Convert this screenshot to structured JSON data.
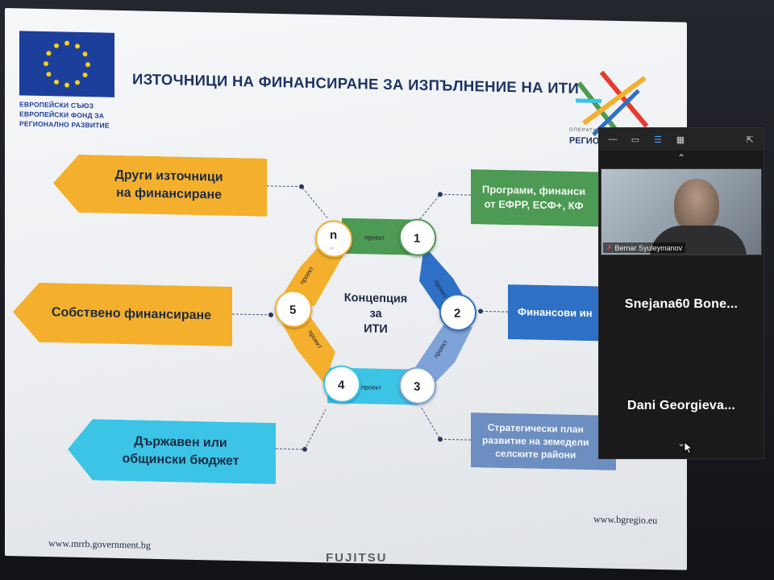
{
  "slide": {
    "title": "ИЗТОЧНИЦИ НА ФИНАНСИРАНЕ ЗА ИЗПЪЛНЕНИЕ НА ИТИ",
    "eu_logo": {
      "line1": "ЕВРОПЕЙСКИ СЪЮЗ",
      "line2": "ЕВРОПЕЙСКИ ФОНД ЗА",
      "line3": "РЕГИОНАЛНО РАЗВИТИЕ"
    },
    "op_logo": {
      "caption": "ОПЕРАТИВНА ПРОГРАМА",
      "name": "РЕГИО"
    },
    "left_boxes": [
      {
        "line1": "Други източници",
        "line2": "на финансиране"
      },
      {
        "line1": "Собствено финансиране",
        "line2": ""
      },
      {
        "line1": "Държавен или",
        "line2": "общински бюджет"
      }
    ],
    "right_boxes": [
      {
        "line1": "Програми, финанси",
        "line2": "от ЕФРР, ЕСФ+, КФ"
      },
      {
        "line1": "Финансови ин",
        "line2": ""
      },
      {
        "line1": "Стратегически план",
        "line2": "развитие на земедели",
        "line3": "селските райони"
      }
    ],
    "hex": {
      "center_line1": "Концепция",
      "center_line2": "за",
      "center_line3": "ИТИ",
      "segment_label": "проект",
      "nodes": [
        "1",
        "2",
        "3",
        "4",
        "5",
        "n"
      ],
      "n_dots": "..."
    },
    "url_left": "www.mrrb.government.bg",
    "url_right": "www.bgregio.eu",
    "colors": {
      "orange": "#f4b02d",
      "cyan": "#3cc4e6",
      "green": "#4c9a54",
      "blue": "#2e70c6",
      "steel": "#6c8ec1",
      "title": "#1e3463"
    }
  },
  "monitor_brand": "FUJITSU",
  "meeting_panel": {
    "video_name": "Bernar Syuleymanov",
    "participants": [
      "Snejana60  Bone...",
      "Dani  Georgieva..."
    ]
  }
}
